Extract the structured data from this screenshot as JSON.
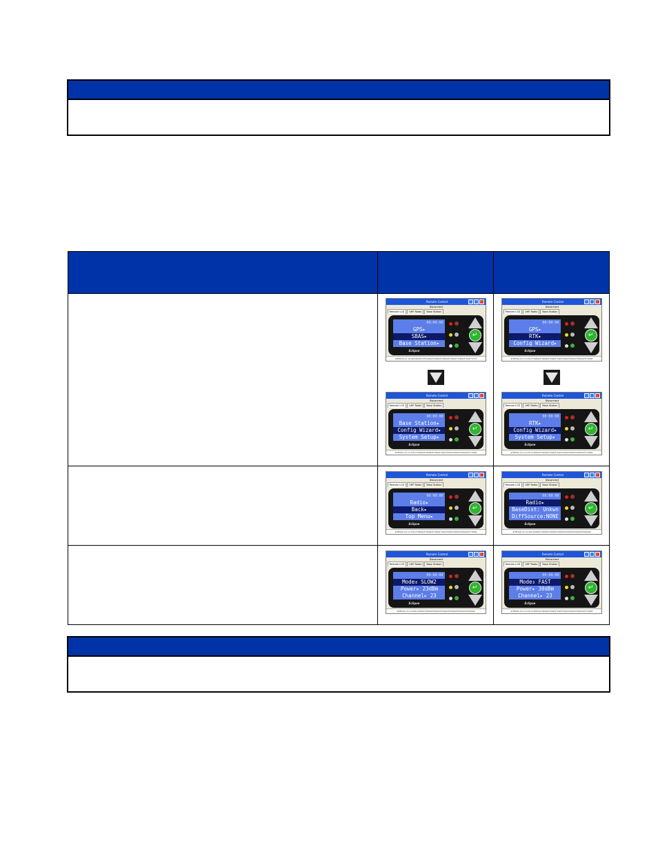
{
  "screens": {
    "r1c1a": {
      "menu": "Disconnect",
      "tabs": [
        "Remote LCD",
        "UHF Radio",
        "Base Station"
      ],
      "time": "00:00:00",
      "lines": [
        "GPS▸",
        "SBAS▸",
        "Base Station▸"
      ],
      "hl": 1,
      "brand": "Eclipse",
      "status": "$HEHAS,CS 10,000,000/0*1F5,000/0*2000/0*2000/0*200/0*1000/0*10/0*3*32"
    },
    "r1c2a": {
      "menu": "Disconnect",
      "tabs": [
        "Remote LCD",
        "UHF Radio",
        "Base Station"
      ],
      "time": "00:00:00",
      "lines": [
        "GPS▸",
        "RTK▸",
        "Config Wizard▸"
      ],
      "hl": 1,
      "brand": "Eclipse",
      "status": "$HEHAS,CS 11,070,0*0000/0*0000/0*000/0*00/0*000/0*000/0*0000/0*0*0000"
    },
    "r1c1b": {
      "menu": "Disconnect",
      "tabs": [
        "Remote LCD",
        "UHF Radio",
        "Base Station"
      ],
      "time": "00:00:00",
      "lines": [
        "Base Station▸",
        "Config Wizard▸",
        "System Setup▸"
      ],
      "hl": 1,
      "brand": "Eclipse",
      "status": "$HEHAS,CS 11,070,0*0000/0*0000/0*000/0*00/0*000/0*000/0*0000/0*0*0000"
    },
    "r1c2b": {
      "menu": "Disconnect",
      "tabs": [
        "Remote LCD",
        "UHF Radio",
        "Base Station"
      ],
      "time": "00:00:00",
      "lines": [
        "RTK▸",
        "Config Wizard▸",
        "System Setup▸"
      ],
      "hl": 1,
      "brand": "Eclipse",
      "status": "$HEHAS,CS 11,070,0*0000/0*0000/0*000/0*00/0*000/0*000/0*0000/0*0*0000"
    },
    "r2c1": {
      "menu": "Disconnect",
      "tabs": [
        "Remote LCD",
        "UHF Radio",
        "Base Station"
      ],
      "time": "00:00:00",
      "lines": [
        "Radio▸",
        "Back▸",
        "Top Menu▸"
      ],
      "hl": 1,
      "brand": "Eclipse",
      "status": "$HEHAS,CS 11,070,0*0000/0*0000/0*000/0*00/0*000/0*000/0*0000/0*0*0000"
    },
    "r2c2": {
      "menu": "Disconnect",
      "tabs": [
        "Remote LCD",
        "UHF Radio",
        "Base Station"
      ],
      "time": "00:00:00",
      "lines": [
        "Radio▸",
        "BaseDist: Unkwn",
        "DiffSource:NONE"
      ],
      "hl": 0,
      "brand": "Eclipse",
      "status": "$HEHAS,CS 11,000,0000/0*0000/0*0000/0*0000/0*0000/0*0000/0*000000"
    },
    "r3c1": {
      "menu": "Disconnect",
      "tabs": [
        "Remote LCD",
        "UHF Radio",
        "Base Station"
      ],
      "time": "00:00:00",
      "lines": [
        "Mode⇕ SLOW2",
        "Power▸ 23dBm",
        "Channel▸ 23"
      ],
      "hl": 0,
      "brand": "Eclipse",
      "status": "$HEHAS,CS 11,000,0000/0*0000/0*0000/0*0000/0*0000/0*0000/0*000000"
    },
    "r3c2": {
      "menu": "Disconnect",
      "tabs": [
        "Remote LCD",
        "UHF Radio",
        "Base Station"
      ],
      "time": "00:00:00",
      "lines": [
        "Mode⇕ FAST",
        "Power▸ 30dBm",
        "Channel▸ 23"
      ],
      "hl": 0,
      "brand": "Eclipse",
      "status": "$HEHAS,CS 11,070,0*0000/0*0000/0*000/0*00/0*000/0*000/0*0000/0*0*0000"
    }
  },
  "window": {
    "title": "Remote Control"
  }
}
